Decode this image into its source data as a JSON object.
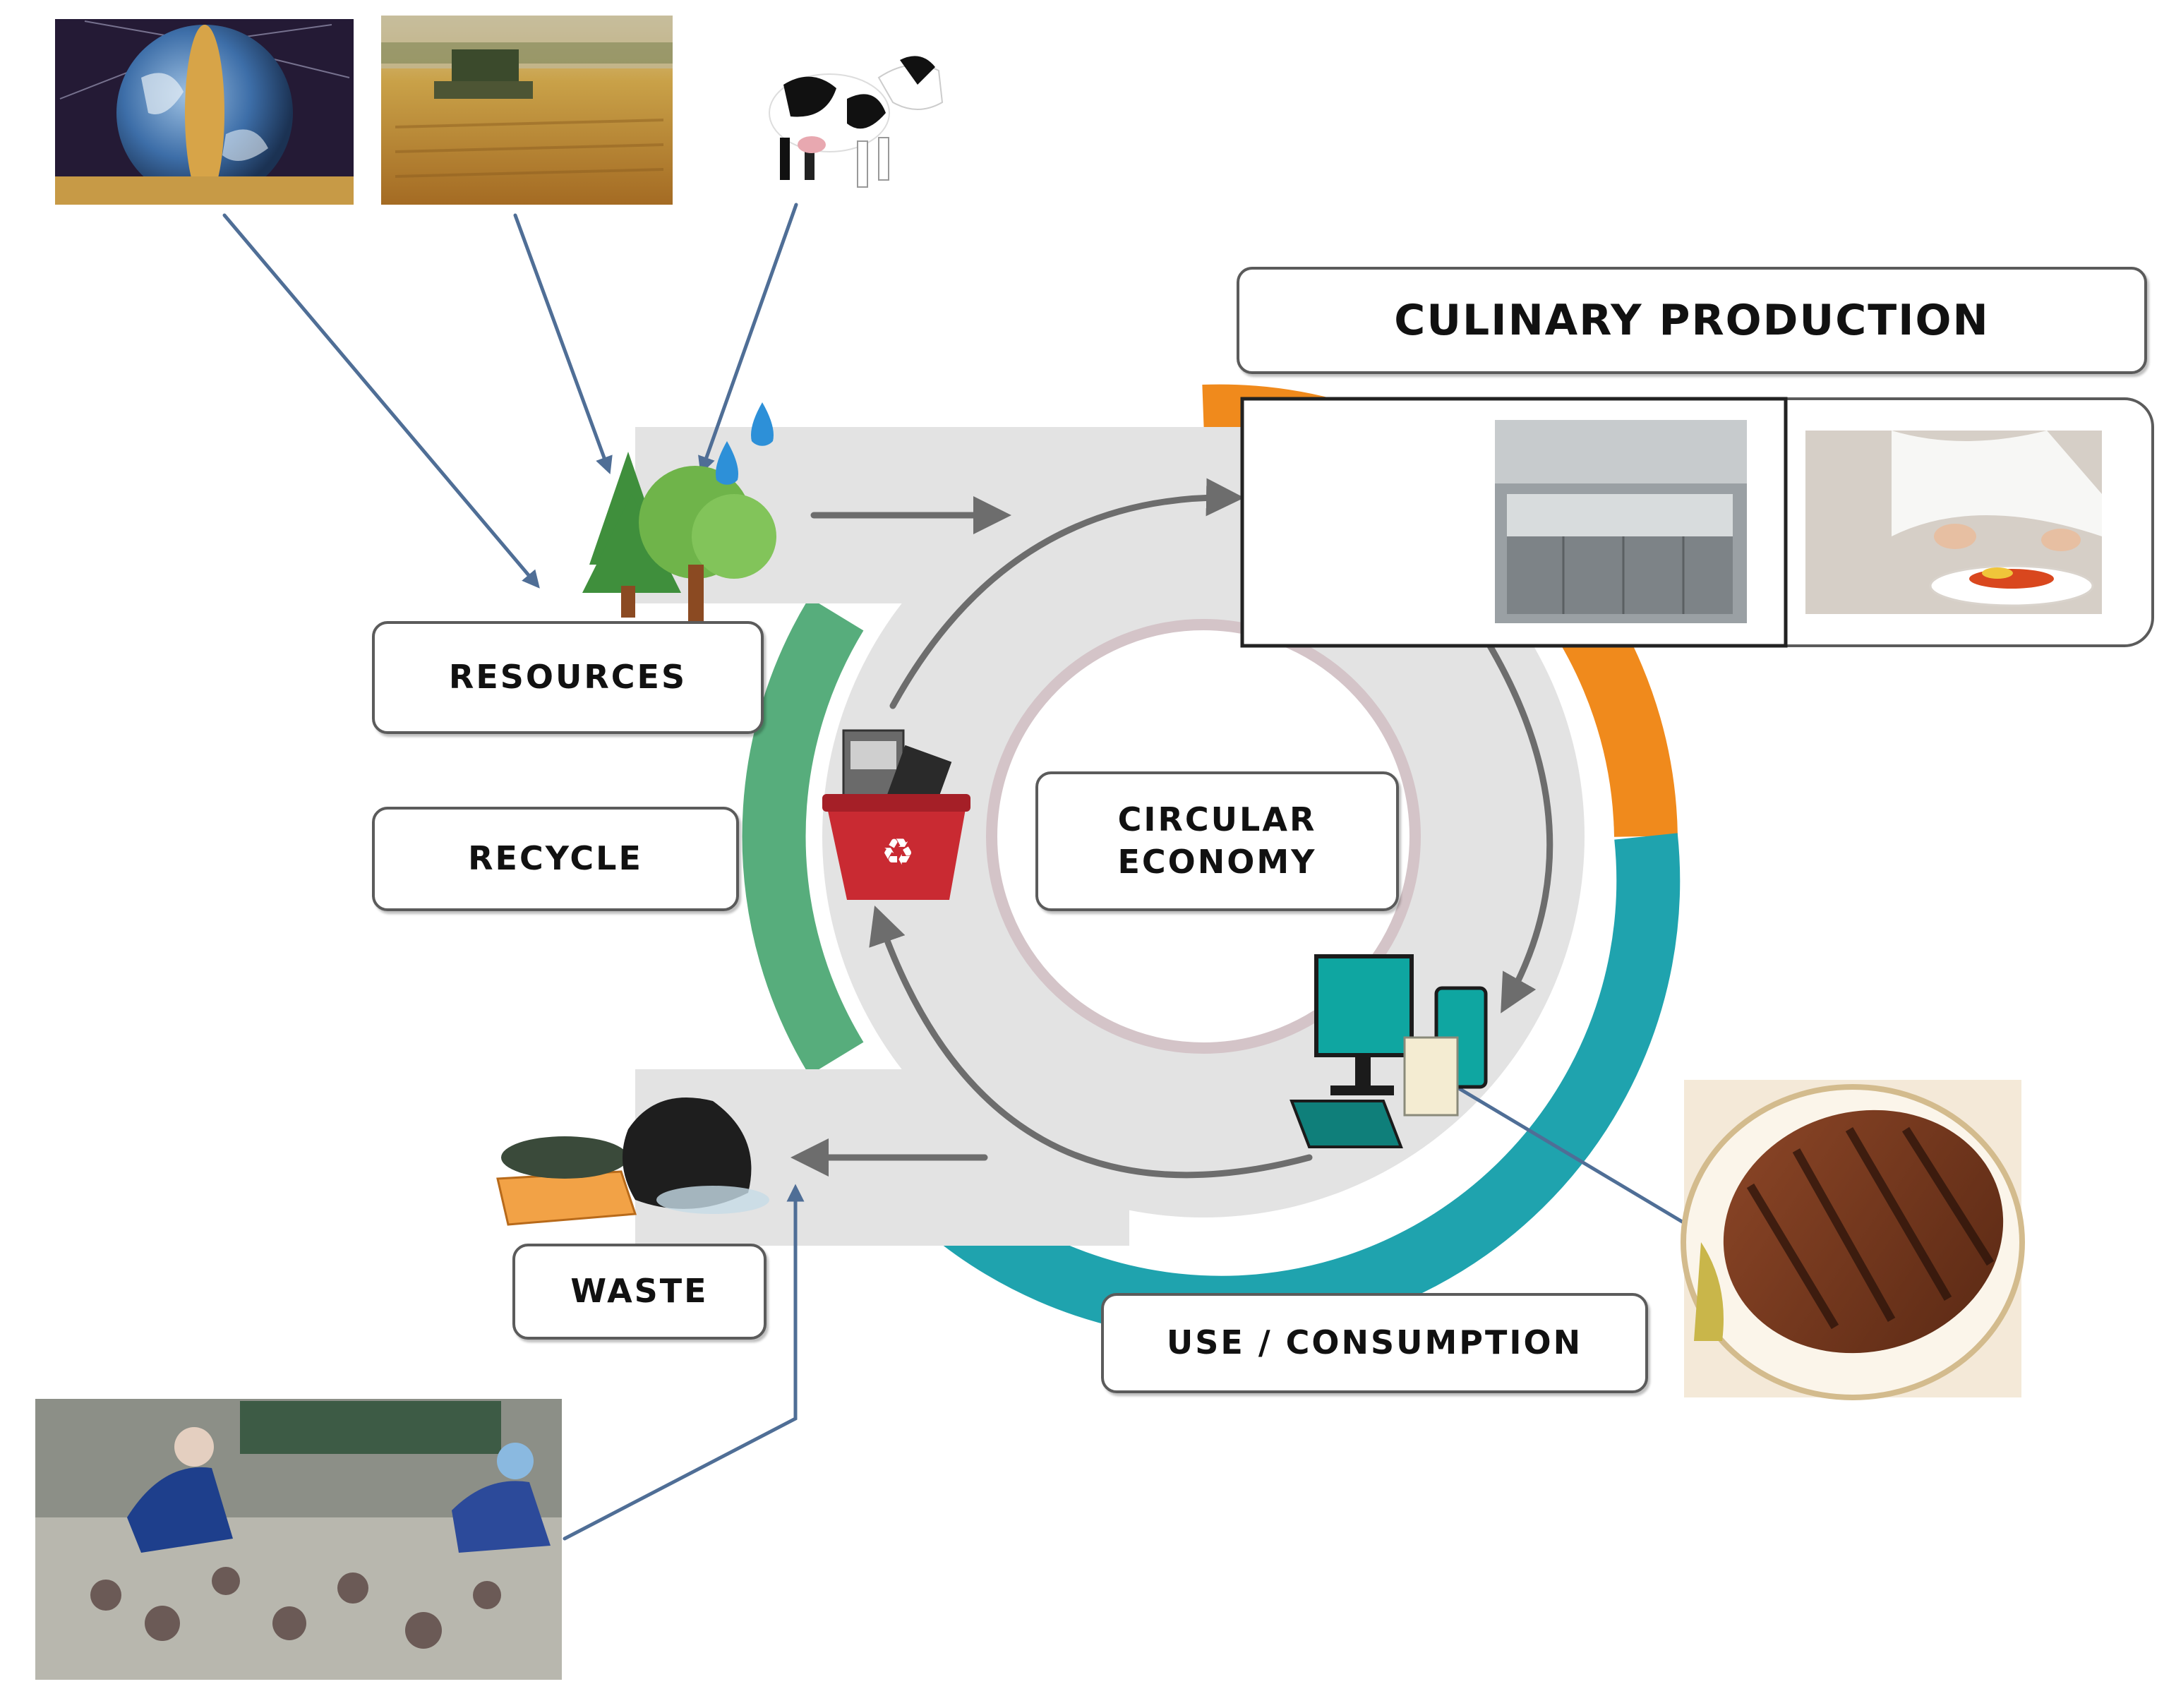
{
  "labels": {
    "culinary_production": "CULINARY PRODUCTION",
    "resources": "RESOURCES",
    "recycle": "RECYCLE",
    "circular_line1": "CIRCULAR",
    "circular_line2": "ECONOMY",
    "waste": "WASTE",
    "use_consumption": "USE / CONSUMPTION"
  },
  "colors": {
    "arc_orange": "#f08a1c",
    "arc_teal": "#1fa3ae",
    "arc_green": "#57ad7c",
    "band_gray": "#e3e3e3",
    "inner_ring": "#d4c4c8",
    "flow_arrow": "#6d6d6d",
    "pointer_arrow": "#4f6e96"
  },
  "icons": [
    "earth-wheat-photo",
    "combine-harvester-photo",
    "cow-photo",
    "trees-water-icon",
    "commercial-kitchen-photo",
    "chef-plating-photo",
    "computer-phone-icon",
    "steak-photo",
    "garbage-bags-icon",
    "waste-sorting-photo",
    "recycle-bin-icon"
  ]
}
